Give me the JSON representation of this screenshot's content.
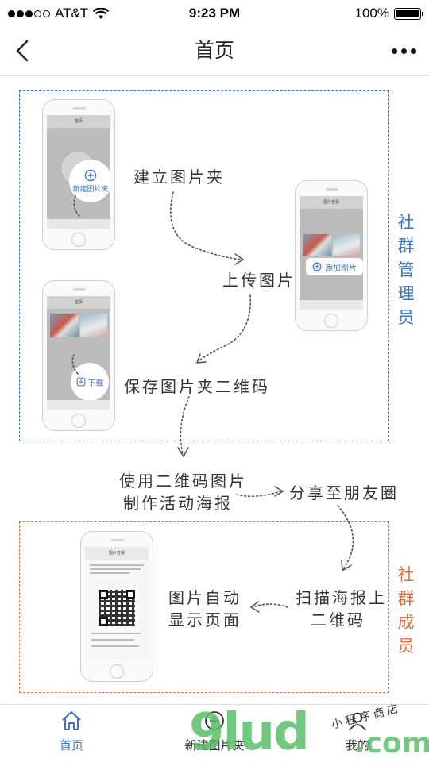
{
  "status_bar": {
    "carrier": "AT&T",
    "time": "9:23 PM",
    "battery": "100%"
  },
  "nav": {
    "title": "首页"
  },
  "admin_section": {
    "label": "社群管理员",
    "steps": {
      "create_folder": "建立图片夹",
      "upload": "上传图片",
      "save_qr": "保存图片夹二维码"
    },
    "phone1": {
      "title": "首页",
      "bubble": "新建图片夹"
    },
    "phone2": {
      "title": "图片查看",
      "pill": "添加图片"
    },
    "phone3": {
      "title": "首页",
      "bubble": "下载"
    }
  },
  "flow": {
    "poster_line1": "使用二维码图片",
    "poster_line2": "制作活动海报",
    "share": "分享至朋友圈"
  },
  "member_section": {
    "label": "社群成员",
    "scan_line1": "扫描海报上",
    "scan_line2": "二维码",
    "display_line1": "图片自动",
    "display_line2": "显示页面",
    "phone_title": "图片查看"
  },
  "tabbar": {
    "items": [
      {
        "label": "首页",
        "icon": "home-icon",
        "active": true
      },
      {
        "label": "新建图片夹",
        "icon": "plus-circle-icon",
        "active": false
      },
      {
        "label": "我的",
        "icon": "person-icon",
        "active": false
      }
    ]
  },
  "watermark": {
    "brand": "9lud",
    "tld": ".com",
    "tagline": "小程序商店"
  },
  "colors": {
    "accent": "#3c72c8",
    "admin": "#3c72c8",
    "member": "#e2713d",
    "watermark": "#59c06a"
  }
}
